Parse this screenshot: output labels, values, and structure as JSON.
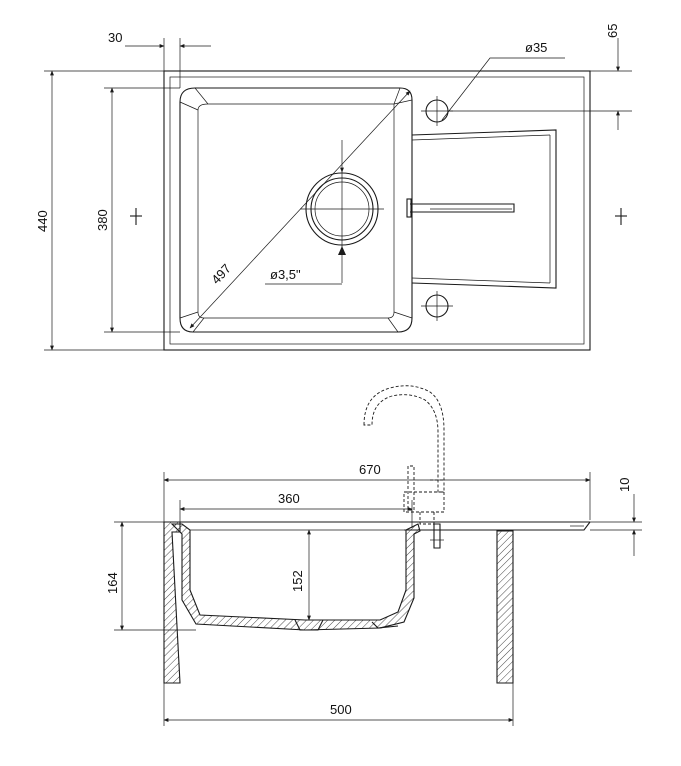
{
  "top_view": {
    "dim_30": "30",
    "dim_65": "65",
    "dim_440": "440",
    "dim_380": "380",
    "dim_497": "497",
    "dim_diam_35": "ø35",
    "dim_diam_3_5": "ø3,5\""
  },
  "side_view": {
    "dim_670": "670",
    "dim_360": "360",
    "dim_10": "10",
    "dim_164": "164",
    "dim_152": "152",
    "dim_500": "500"
  }
}
